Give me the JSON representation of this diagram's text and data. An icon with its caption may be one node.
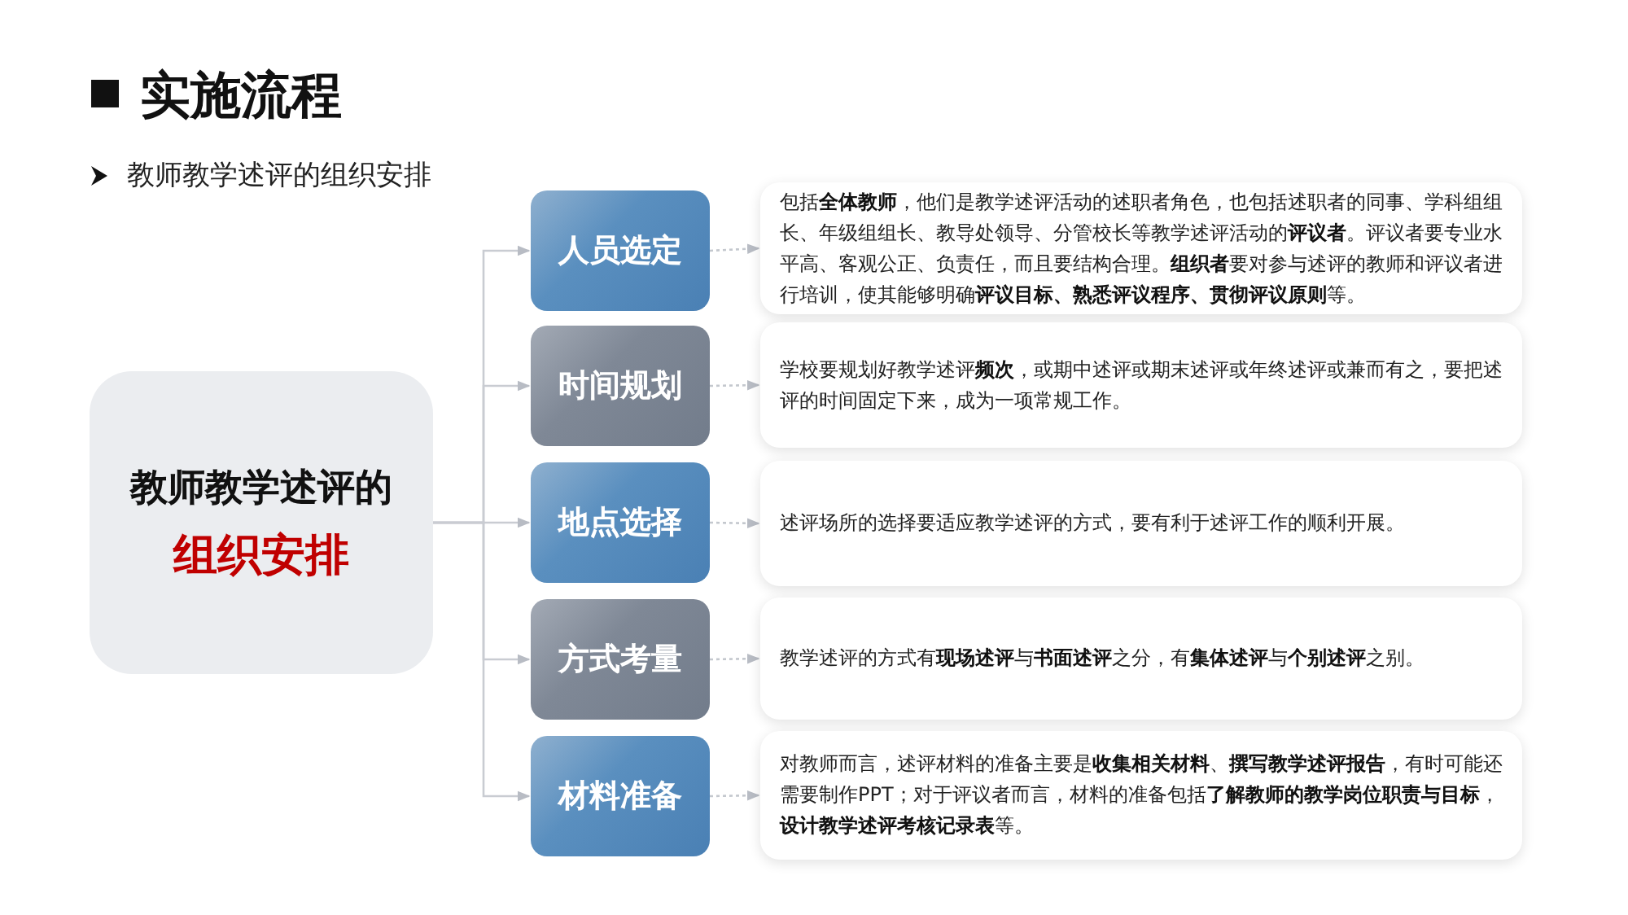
{
  "diagram": {
    "title": "实施流程",
    "nodes": [
      {
        "text": [
          "教师教学述评的",
          "组织安排"
        ]
      },
      {
        "text": [
          "人员选定"
        ]
      },
      {
        "text": [
          "时间规划"
        ]
      },
      {
        "text": [
          "地点选择"
        ]
      },
      {
        "text": [
          "方式考量"
        ]
      },
      {
        "text": [
          "材料准备"
        ]
      },
      {
        "text": [
          "包括**全体教师**，他们是教学述评活动的述职者角色，也包括述职者的同事、学科组组长、年级组组长、教导处领导、分管校长等教学述评活动的**评议者**。评议者要专业水平高、客观公正、负责任，而且要结构合理。**组织者**要对参与述评的教师和评议者进行培训，使其能够明确**评议目标、熟悉评议程序、贯彻评议原则**等。"
        ]
      },
      {
        "text": [
          "学校要规划好教学述评**频次**，或期中述评或期末述评或年终述评或兼而有之，要把述评的时间固定下来，成为一项常规工作。"
        ]
      },
      {
        "text": [
          "述评场所的选择要适应教学述评的方式，要有利于述评工作的顺利开展。"
        ]
      },
      {
        "text": [
          "教学述评的方式有**现场述评**与**书面述评**之分，有**集体述评**与**个别述评**之别。"
        ]
      },
      {
        "text": [
          "对教师而言，述评材料的准备主要是**收集相关材料**、**撰写教学述评报告**，有时可能还需要制作PPT；对于评议者而言，材料的准备包括**了解教师的教学岗位职责与目标**，**设计教学述评考核记录表**等。"
        ]
      }
    ],
    "edges": [
      {
        "from": 0,
        "to": 1,
        "arrow": "to"
      },
      {
        "from": 0,
        "to": 2,
        "arrow": "to"
      },
      {
        "from": 0,
        "to": 3,
        "arrow": "to"
      },
      {
        "from": 0,
        "to": 4,
        "arrow": "to"
      },
      {
        "from": 0,
        "to": 5,
        "arrow": "to"
      },
      {
        "from": 1,
        "to": 6,
        "arrow": "to",
        "style": "dashed"
      },
      {
        "from": 2,
        "to": 7,
        "arrow": "to",
        "style": "dashed"
      },
      {
        "from": 3,
        "to": 8,
        "arrow": "to",
        "style": "dashed"
      },
      {
        "from": 4,
        "to": 9,
        "arrow": "to",
        "style": "dashed"
      },
      {
        "from": 5,
        "to": 10,
        "arrow": "to",
        "style": "dashed"
      }
    ],
    "labels": [
      "教师教学述评的组织安排"
    ]
  }
}
